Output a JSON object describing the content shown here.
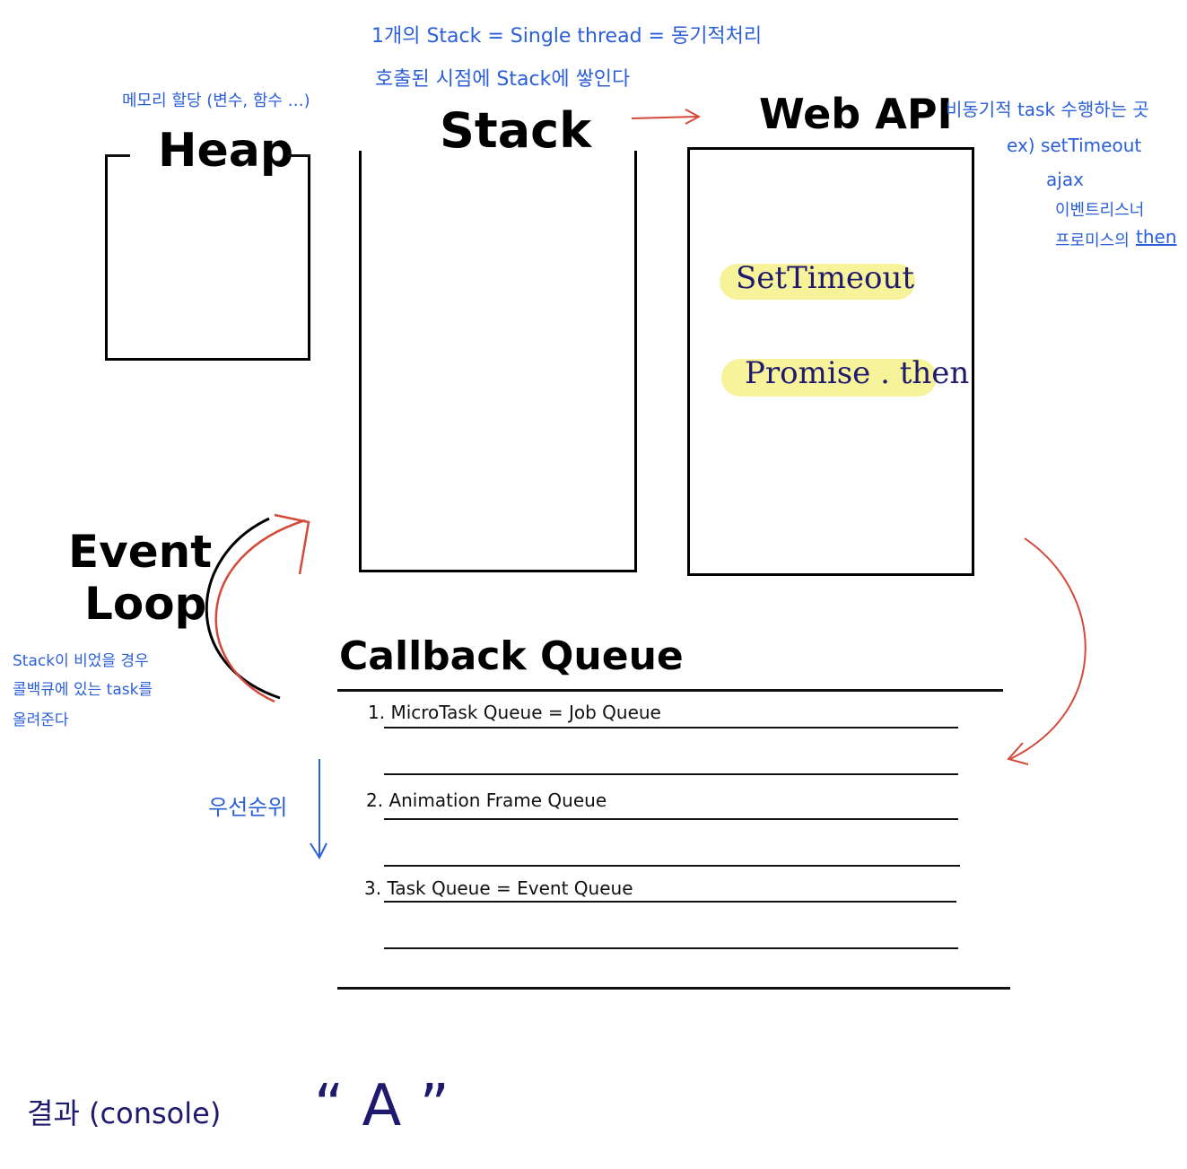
{
  "notes": {
    "stack_line1": "1개의 Stack = Single thread = 동기적처리",
    "stack_line2": "호출된 시점에 Stack에 쌓인다",
    "heap_note": "메모리 할당 (변수, 함수 …)",
    "webapi_note_title": "비동기적 task 수행하는 곳",
    "webapi_examples": [
      "ex) setTimeout",
      "ajax",
      "이벤트리스너",
      "프로미스의"
    ],
    "webapi_examples_then": "then",
    "eventloop_note": [
      "Stack이 비었을 경우",
      "콜백큐에 있는 task를",
      "올려준다"
    ],
    "priority": "우선순위"
  },
  "titles": {
    "heap": "Heap",
    "stack": "Stack",
    "webapi": "Web API",
    "eventloop_line1": "Event",
    "eventloop_line2": "Loop",
    "callback_queue": "Callback Queue"
  },
  "webapi_items": [
    "SetTimeout",
    "Promise . then"
  ],
  "queues": [
    "1. MicroTask  Queue  = Job Queue",
    "2. Animation Frame  Queue",
    "3. Task  Queue  = Event Queue"
  ],
  "result": {
    "label": "결과 (console)",
    "value": "“ A ”"
  },
  "colors": {
    "ink": "#000000",
    "note_blue": "#2b5fd9",
    "navy": "#1f1a6e",
    "arrow_red": "#d44a3a",
    "highlight": "#f7f39a"
  }
}
